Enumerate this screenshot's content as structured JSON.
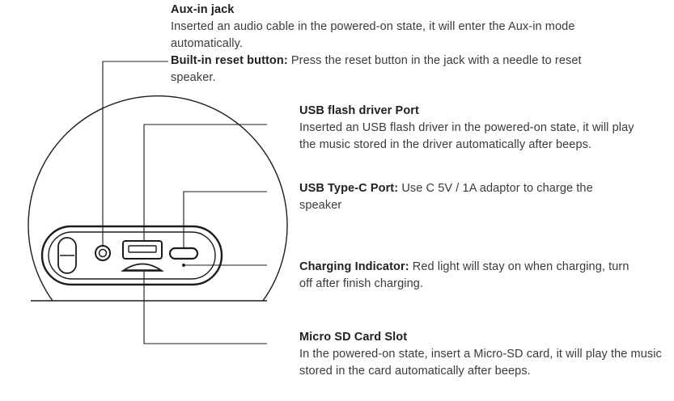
{
  "labels": {
    "aux": {
      "title": "Aux-in jack",
      "desc": "Inserted an audio cable in the powered-on state, it will enter the Aux-in mode automatically."
    },
    "reset": {
      "title": "Built-in reset button:",
      "desc": "Press the reset button in the jack with a needle to reset speaker."
    },
    "usb": {
      "title": "USB flash driver Port",
      "desc": "Inserted an USB flash driver in the powered-on state, it will play the music stored in the driver automatically after beeps."
    },
    "typec": {
      "title": "USB Type-C Port:",
      "desc": "Use C 5V / 1A adaptor to charge the speaker"
    },
    "charging": {
      "title": "Charging Indicator:",
      "desc": "Red light will stay on when charging, turn off after finish charging."
    },
    "sd": {
      "title": "Micro SD Card Slot",
      "desc": "In the powered-on state, insert a Micro-SD card, it will play the music stored in the card automatically after beeps."
    }
  },
  "colors": {
    "stroke": "#1c1c1c",
    "text": "#2a2a2a"
  }
}
